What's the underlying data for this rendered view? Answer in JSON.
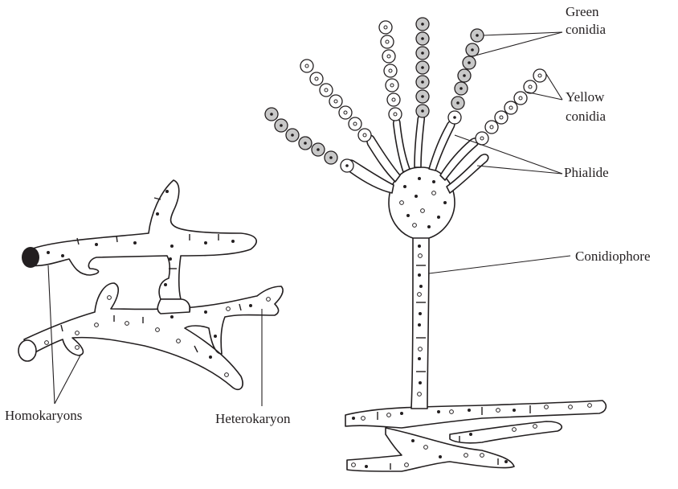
{
  "labels": {
    "green_conidia": [
      "Green",
      "conidia"
    ],
    "yellow_conidia": [
      "Yellow",
      "conidia"
    ],
    "phialide": "Phialide",
    "conidiophore": "Conidiophore",
    "homokaryons": "Homokaryons",
    "heterokaryon": "Heterokaryon"
  },
  "colors": {
    "outline": "#231f20",
    "green_conidium_fill": "#c8c8c8",
    "yellow_conidium_fill": "#ffffff",
    "homokaryon_dark_tip": "#231f20",
    "background": "#ffffff"
  }
}
